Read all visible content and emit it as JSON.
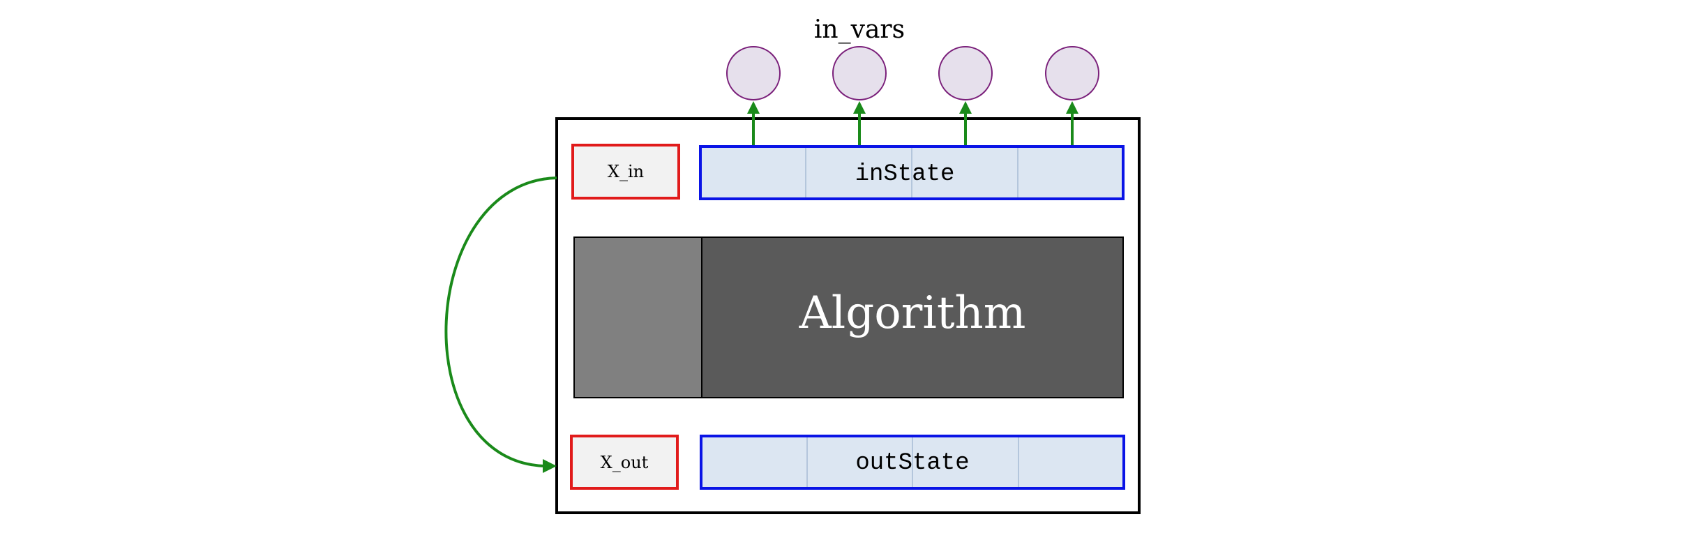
{
  "diagram": {
    "top_label": "in_vars",
    "x_in_label": "X_in",
    "x_out_label": "X_out",
    "in_state_label": "inState",
    "out_state_label": "outState",
    "algorithm_label": "Algorithm",
    "colors": {
      "frame": "#000000",
      "var_node_fill": "#e6e0ec",
      "var_node_stroke": "#7a1f7a",
      "arrow": "#1a8a1a",
      "x_box_fill": "#f2f2f2",
      "x_box_stroke": "#e11b1b",
      "state_fill": "#dce6f2",
      "state_stroke": "#0a14e6",
      "state_divider": "#b4c6dc",
      "algo_left": "#808080",
      "algo_main": "#5a5a5a",
      "algo_text": "#ffffff"
    }
  }
}
